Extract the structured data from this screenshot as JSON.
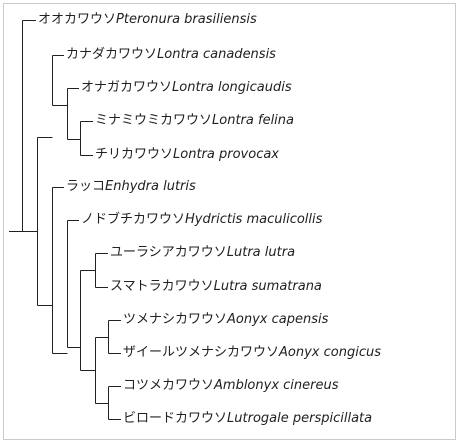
{
  "figure": {
    "taxa": [
      {
        "id": "pteronura",
        "ja": "オオカワウソ",
        "sci": "Pteronura brasiliensis"
      },
      {
        "id": "lontra-canadensis",
        "ja": "カナダカワウソ",
        "sci": "Lontra canadensis"
      },
      {
        "id": "lontra-longicaudis",
        "ja": "オナガカワウソ",
        "sci": "Lontra longicaudis"
      },
      {
        "id": "lontra-felina",
        "ja": "ミナミウミカワウソ",
        "sci": "Lontra felina"
      },
      {
        "id": "lontra-provocax",
        "ja": "チリカワウソ",
        "sci": "Lontra provocax"
      },
      {
        "id": "enhydra",
        "ja": "ラッコ",
        "sci": "Enhydra lutris"
      },
      {
        "id": "hydrictis",
        "ja": "ノドブチカワウソ",
        "sci": "Hydrictis maculicollis"
      },
      {
        "id": "lutra-lutra",
        "ja": "ユーラシアカワウソ",
        "sci": "Lutra lutra"
      },
      {
        "id": "lutra-sumatrana",
        "ja": "スマトラカワウソ",
        "sci": "Lutra sumatrana"
      },
      {
        "id": "aonyx-capensis",
        "ja": "ツメナシカワウソ",
        "sci": "Aonyx capensis"
      },
      {
        "id": "aonyx-congicus",
        "ja": "ザイールツメナシカワウソ",
        "sci": "Aonyx congicus"
      },
      {
        "id": "amblonyx",
        "ja": "コツメカワウソ",
        "sci": "Amblonyx cinereus"
      },
      {
        "id": "lutrogale",
        "ja": "ビロードカワウソ",
        "sci": "Lutrogale perspicillata"
      }
    ]
  }
}
